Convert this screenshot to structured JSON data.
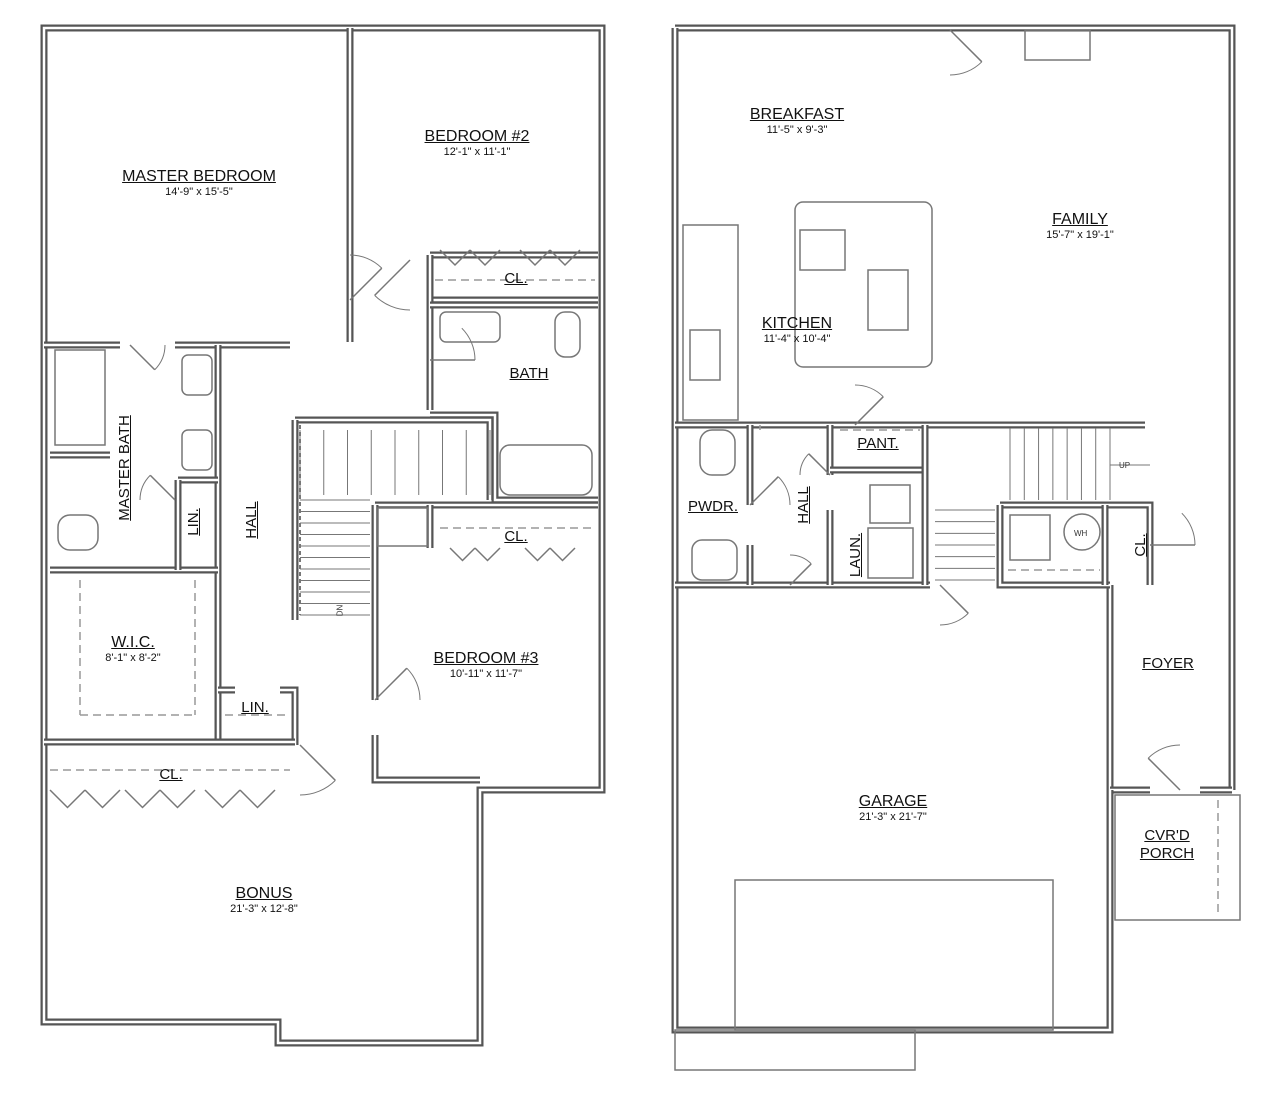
{
  "upper_floor": {
    "rooms": [
      {
        "name": "MASTER BEDROOM",
        "dim": "14'-9\" x 15'-5\""
      },
      {
        "name": "BEDROOM #2",
        "dim": "12'-1\" x 11'-1\""
      },
      {
        "name": "CL."
      },
      {
        "name": "BATH"
      },
      {
        "name": "MASTER BATH"
      },
      {
        "name": "LIN."
      },
      {
        "name": "HALL"
      },
      {
        "name": "CL."
      },
      {
        "name": "W.I.C.",
        "dim": "8'-1\" x 8'-2\""
      },
      {
        "name": "BEDROOM #3",
        "dim": "10'-11\" x 11'-7\""
      },
      {
        "name": "LIN."
      },
      {
        "name": "CL."
      },
      {
        "name": "BONUS",
        "dim": "21'-3\" x 12'-8\""
      }
    ],
    "stair_label": "DN"
  },
  "main_floor": {
    "rooms": [
      {
        "name": "BREAKFAST",
        "dim": "11'-5\" x 9'-3\""
      },
      {
        "name": "FAMILY",
        "dim": "15'-7\" x 19'-1\""
      },
      {
        "name": "KITCHEN",
        "dim": "11'-4\" x 10'-4\""
      },
      {
        "name": "PANT."
      },
      {
        "name": "PWDR."
      },
      {
        "name": "HALL"
      },
      {
        "name": "LAUN."
      },
      {
        "name": "CL."
      },
      {
        "name": "FOYER"
      },
      {
        "name": "GARAGE",
        "dim": "21'-3\" x 21'-7\""
      },
      {
        "name": "CVR'D PORCH"
      }
    ],
    "stair_label": "UP",
    "water_heater_label": "WH"
  },
  "colors": {
    "wall": "#555555",
    "fixture": "#777777",
    "dashed": "#999999"
  }
}
